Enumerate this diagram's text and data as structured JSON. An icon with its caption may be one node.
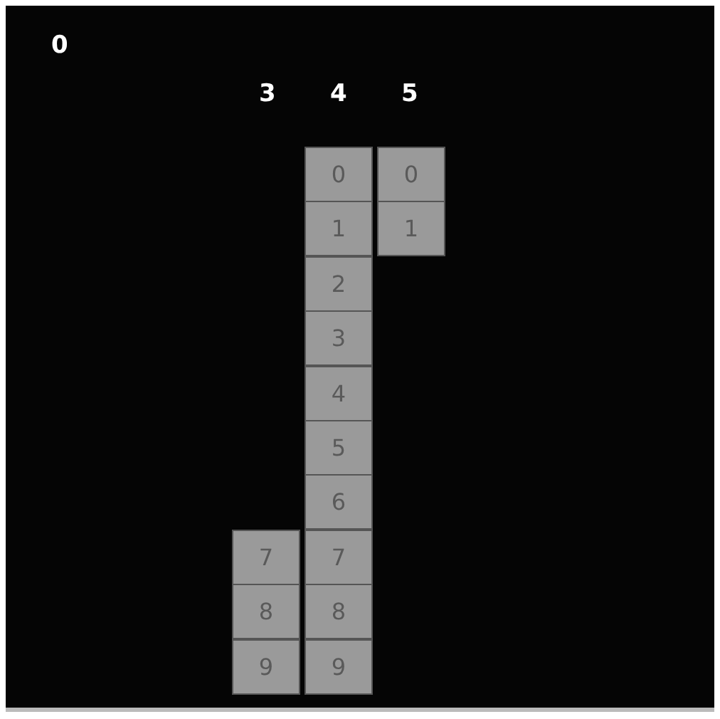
{
  "diagram": {
    "nodes": [
      {
        "text": [
          "0"
        ]
      },
      {
        "text": [
          "0"
        ]
      },
      {
        "text": [
          "1"
        ]
      },
      {
        "text": [
          "1"
        ]
      },
      {
        "text": [
          "2"
        ]
      },
      {
        "text": [
          "3"
        ]
      },
      {
        "text": [
          "4"
        ]
      },
      {
        "text": [
          "5"
        ]
      },
      {
        "text": [
          "6"
        ]
      },
      {
        "text": [
          "7"
        ]
      },
      {
        "text": [
          "7"
        ]
      },
      {
        "text": [
          "8"
        ]
      },
      {
        "text": [
          "8"
        ]
      },
      {
        "text": [
          "9"
        ]
      },
      {
        "text": [
          "9"
        ]
      }
    ],
    "labels": [
      "0",
      "3",
      "4",
      "5"
    ]
  }
}
